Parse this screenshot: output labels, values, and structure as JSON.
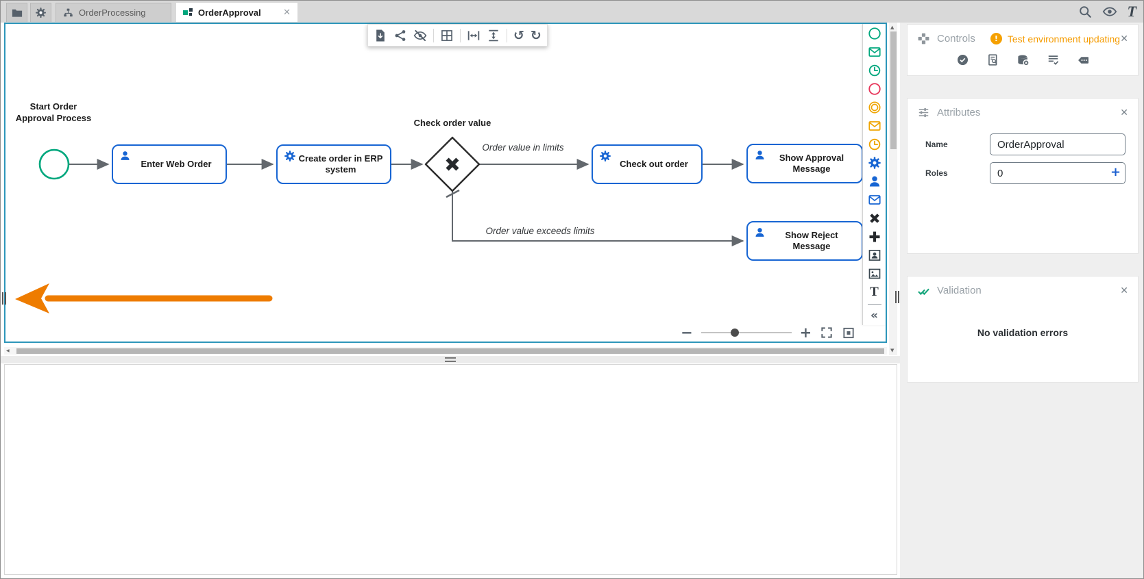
{
  "tab_bar": {
    "tabs": [
      {
        "label": "OrderProcessing",
        "active": false
      },
      {
        "label": "OrderApproval",
        "active": true
      }
    ]
  },
  "glyphs": {
    "close": "✕",
    "undo": "↺",
    "redo": "↻",
    "zoom_out": "−",
    "zoom_in": "+",
    "collapse": "«",
    "text_tool": "T",
    "scroll_up": "▲",
    "scroll_down": "▼",
    "scroll_left": "◀",
    "warning": "!",
    "add": "+"
  },
  "diagram": {
    "start_event_label_line1": "Start Order",
    "start_event_label_line2": "Approval Process",
    "gateway_label": "Check order value",
    "edge_labels": {
      "in_limits": "Order value in limits",
      "exceeds_limits": "Order value exceeds limits"
    },
    "tasks": [
      {
        "label": "Enter Web Order",
        "icon": "user-task"
      },
      {
        "label": "Create order in ERP system",
        "icon": "service-task"
      },
      {
        "label": "Check out order",
        "icon": "service-task"
      },
      {
        "label": "Show Approval Message",
        "icon": "user-task"
      },
      {
        "label": "Show Reject Message",
        "icon": "user-task"
      }
    ]
  },
  "palette": {
    "items": [
      "start-event",
      "message-start-event",
      "timer-start-event",
      "end-event",
      "intermediate-event",
      "message-intermediate-event",
      "timer-intermediate-event",
      "service-task",
      "user-task",
      "send-task",
      "exclusive-gateway",
      "parallel-gateway",
      "participant",
      "image",
      "text",
      "collapse-palette"
    ]
  },
  "panels": {
    "controls": {
      "title": "Controls",
      "warning": "Test environment updating",
      "icons": [
        "approve",
        "inspect-document",
        "database-remove",
        "checklist",
        "annotation"
      ]
    },
    "attributes": {
      "title": "Attributes",
      "name_label": "Name",
      "name_value": "OrderApproval",
      "roles_label": "Roles",
      "roles_value": "0"
    },
    "validation": {
      "title": "Validation",
      "message": "No validation errors"
    }
  },
  "colors": {
    "canvas_border": "#2d96ba",
    "task_blue": "#1765d3",
    "event_green": "#00a77d",
    "event_red": "#e73358",
    "event_orange": "#efa400",
    "warning_orange": "#f5a000",
    "annotation_orange": "#ee7c00"
  }
}
